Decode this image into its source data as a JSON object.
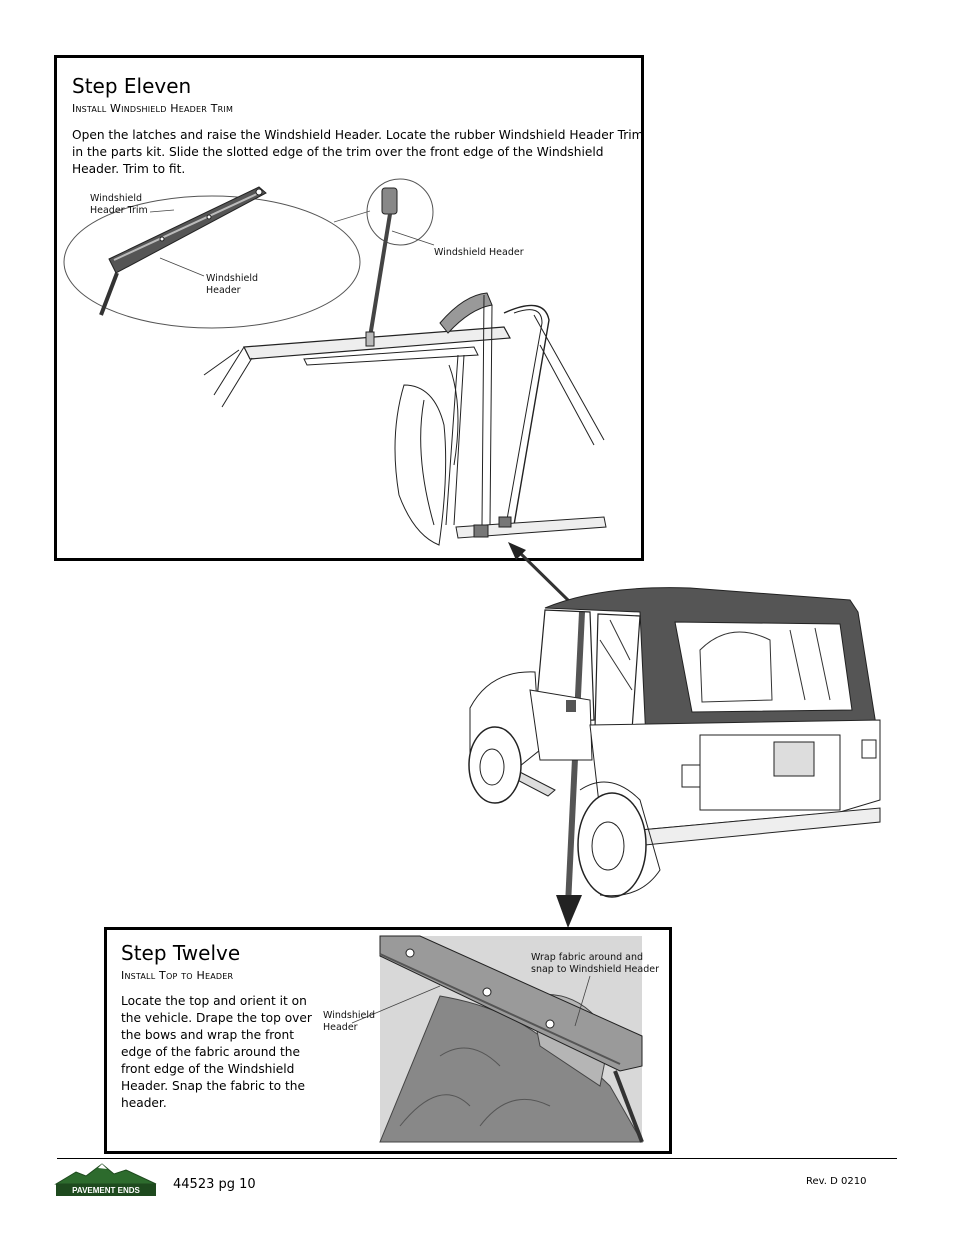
{
  "step11": {
    "title": "Step Eleven",
    "subtitle": "Install Windshield Header Trim",
    "body": "Open the latches and raise the Windshield Header. Locate the  rubber Windshield Header Trim in the parts kit. Slide the slotted edge of the trim over the front edge of the Windshield Header. Trim to fit.",
    "callouts": {
      "trim": "Windshield\nHeader Trim",
      "header_detail": "Windshield\nHeader",
      "header": "Windshield Header"
    }
  },
  "step12": {
    "title": "Step Twelve",
    "subtitle": "Install Top to Header",
    "body": "Locate the top and orient it on the vehicle. Drape the top over the bows and wrap the front edge of the fabric around the front edge of the Windshield Header. Snap the fabric to the header.",
    "callouts": {
      "header": "Windshield\nHeader",
      "wrap": "Wrap fabric around and\nsnap to Windshield Header"
    }
  },
  "footer": {
    "logo_text": "PAVEMENT ENDS",
    "page_label": "44523  pg 10",
    "revision": "Rev.  D 0210"
  }
}
